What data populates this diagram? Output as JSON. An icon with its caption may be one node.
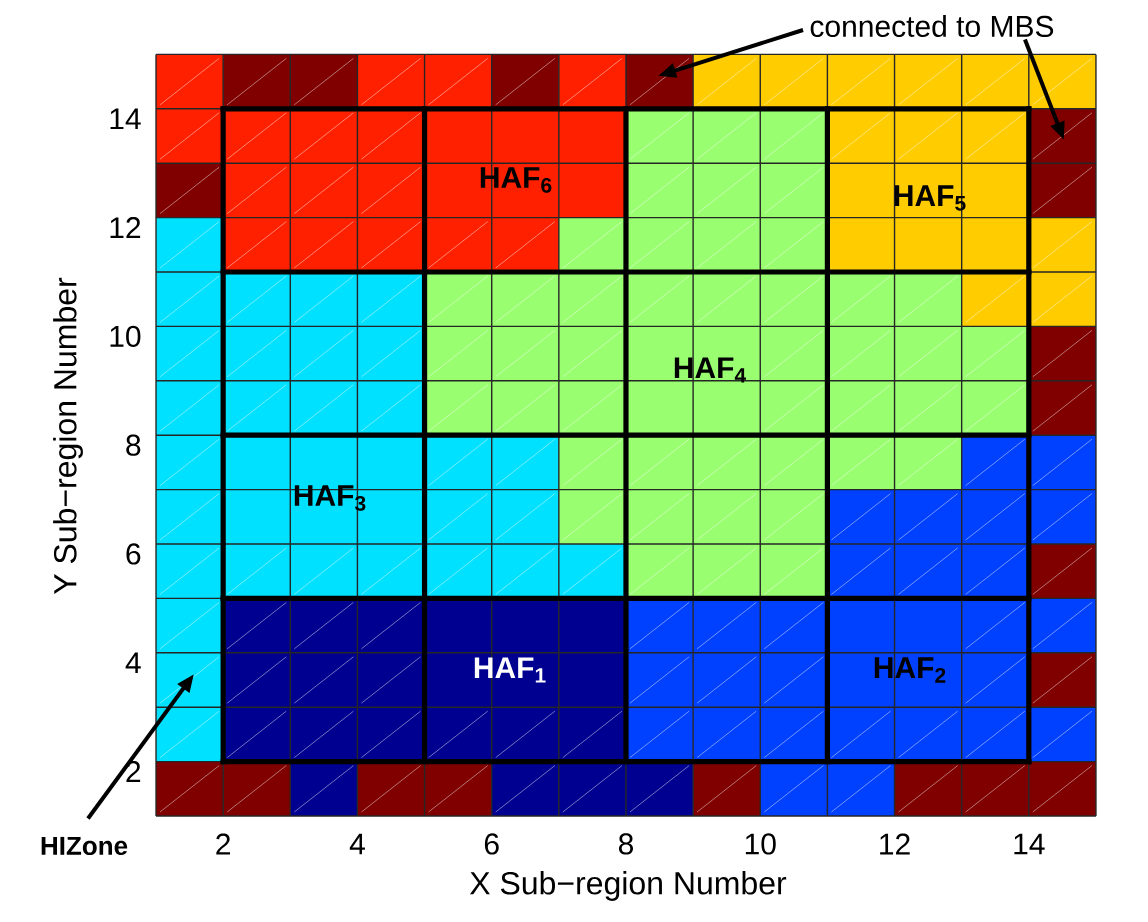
{
  "diagram": {
    "nodes": [
      {
        "text": [
          "connected to MBS"
        ]
      },
      {
        "text": [
          "HIZone"
        ]
      }
    ],
    "edges": [
      {
        "from": 0,
        "to": null,
        "arrow": "to"
      },
      {
        "from": 0,
        "to": null,
        "arrow": "to"
      },
      {
        "from": 1,
        "to": null,
        "arrow": "to"
      }
    ],
    "labels": [
      "HAF$_{6}$",
      "HAF$_{5}$",
      "HAF$_{4}$",
      "HAF$_{3}$",
      "HAF$_{1}$",
      "HAF$_{2}$",
      "14",
      "12",
      "10",
      "8",
      "6",
      "4",
      "2",
      "2",
      "4",
      "6",
      "8",
      "10",
      "12",
      "14",
      "X Sub−region Number",
      "Y Sub−region Number"
    ]
  }
}
